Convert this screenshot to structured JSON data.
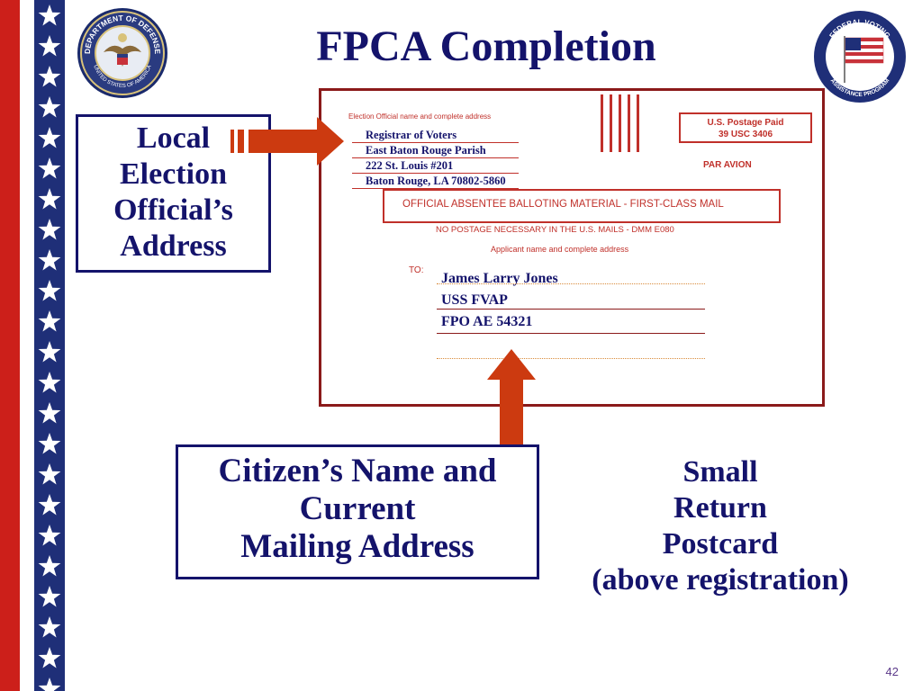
{
  "slide": {
    "title": "FPCA Completion",
    "page_number": "42",
    "local_box_lines": [
      "Local",
      "Election",
      "Official’s",
      "Address"
    ],
    "citizen_box_lines": [
      "Citizen’s Name and",
      "Current",
      "Mailing Address"
    ],
    "postcard_note_lines": [
      "Small",
      "Return",
      "Postcard",
      "(above registration)"
    ]
  },
  "seals": {
    "dod_text": "DEPARTMENT OF DEFENSE",
    "dod_bottom_text": "UNITED STATES OF AMERICA",
    "fvap_text": "FEDERAL VOTING",
    "fvap_bottom_text": "ASSISTANCE PROGRAM"
  },
  "postcard": {
    "official_label": "Election Official name and complete address",
    "official_address": [
      "Registrar of Voters",
      "East Baton Rouge Parish",
      "222 St. Louis #201",
      "Baton Rouge, LA 70802-5860"
    ],
    "postage_line1": "U.S. Postage Paid",
    "postage_line2": "39 USC 3406",
    "par_avion": "PAR AVION",
    "official_banner": "OFFICIAL ABSENTEE BALLOTING MATERIAL - FIRST-CLASS MAIL",
    "no_postage": "NO POSTAGE NECESSARY IN THE U.S. MAILS - DMM E080",
    "applicant_label": "Applicant name and complete address",
    "to_label": "TO:",
    "applicant_address": [
      "James Larry Jones",
      "USS FVAP",
      "FPO AE 54321"
    ]
  },
  "colors": {
    "navy": "#14136b",
    "red": "#cc1f1a",
    "arrow": "#cc3a10",
    "postcard_border": "#8b1a1a"
  }
}
